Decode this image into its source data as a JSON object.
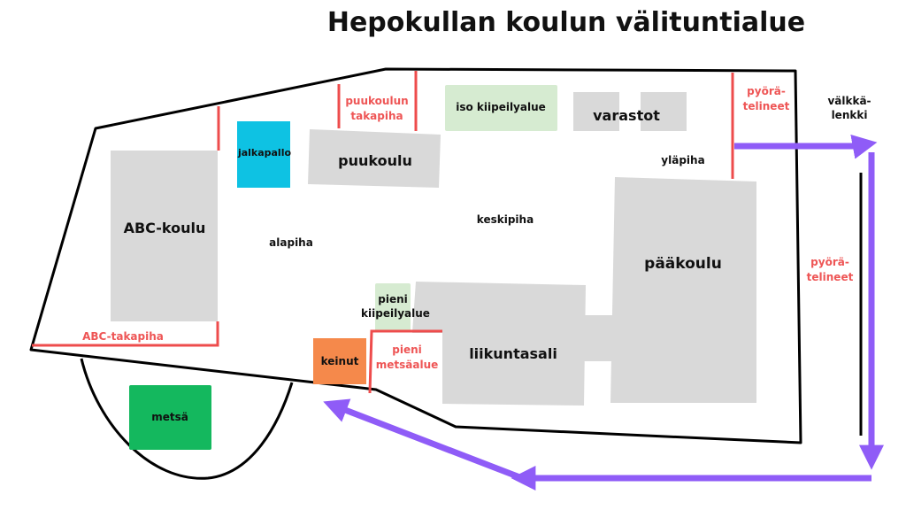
{
  "title": "Hepokullan koulun välituntialue",
  "colors": {
    "building": "#d9d9d9",
    "football": "#0ec2e3",
    "climbing": "#d6ebd1",
    "swings": "#f5894b",
    "forest": "#14b85e",
    "boundary": "#ee4c4c",
    "route": "#8f5cf7"
  },
  "buildings": {
    "abc": "ABC-koulu",
    "puukoulu": "puukoulu",
    "varastot": "varastot",
    "paakoulu": "pääkoulu",
    "liikuntasali": "liikuntasali"
  },
  "areas": {
    "jalkapallo": "jalkapallo",
    "iso_kiipeily": "iso kiipeilyalue",
    "pieni_kiipeily_1": "pieni",
    "pieni_kiipeily_2": "kiipeilyalue",
    "keinut": "keinut",
    "metsa": "metsä",
    "alapiha": "alapiha",
    "keskipiha": "keskipiha",
    "ylapiha": "yläpiha",
    "valkka_1": "välkkä-",
    "valkka_2": "lenkki"
  },
  "red_labels": {
    "puukoulun_1": "puukoulun",
    "puukoulun_2": "takapiha",
    "pyora1_1": "pyörä-",
    "pyora1_2": "telineet",
    "pyora2_1": "pyörä-",
    "pyora2_2": "telineet",
    "abc_takapiha": "ABC-takapiha",
    "pieni_metsa_1": "pieni",
    "pieni_metsa_2": "metsäalue"
  }
}
